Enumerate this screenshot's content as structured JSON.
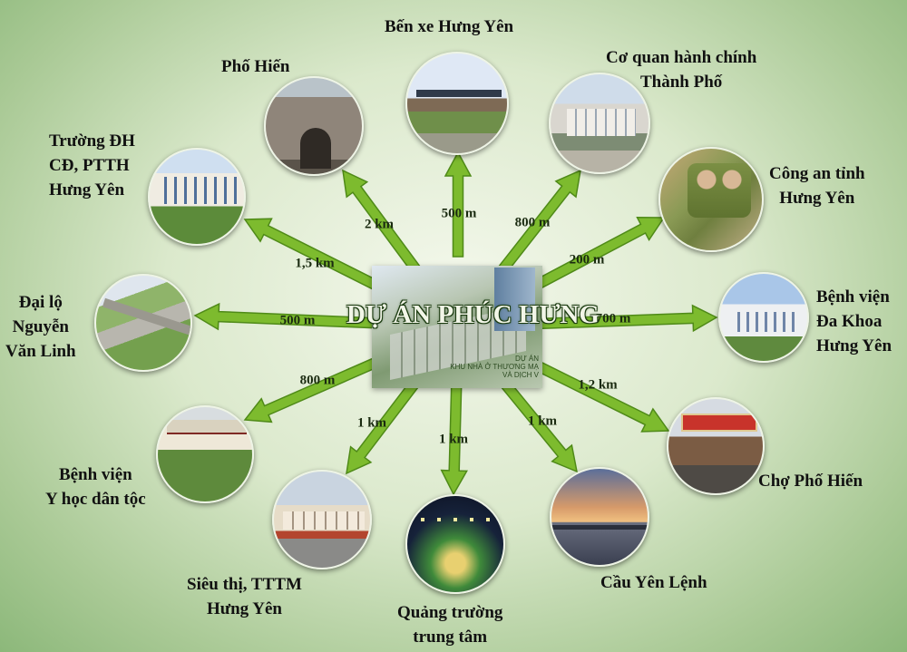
{
  "center": {
    "title": "DỰ ÁN PHÚC HƯNG",
    "subtitle_lines": [
      "DỰ ÁN",
      "KHU NHÀ Ở THƯƠNG MẠ",
      "VÀ DỊCH V"
    ]
  },
  "destinations": [
    {
      "id": "ben-xe",
      "name_lines": [
        "Bến xe Hưng Yên"
      ],
      "distance": "500 m",
      "image": "bus-station-photo"
    },
    {
      "id": "co-quan",
      "name_lines": [
        "Cơ quan hành chính",
        "Thành Phố"
      ],
      "distance": "800 m",
      "image": "admin-building-photo"
    },
    {
      "id": "cong-an",
      "name_lines": [
        "Công an tỉnh",
        "Hưng Yên"
      ],
      "distance": "200 m",
      "image": "police-photo"
    },
    {
      "id": "benh-vien-da-khoa",
      "name_lines": [
        "Bệnh viện",
        "Đa Khoa",
        "Hưng Yên"
      ],
      "distance": "700 m",
      "image": "hospital-photo"
    },
    {
      "id": "cho-pho-hien",
      "name_lines": [
        "Chợ Phố Hiến"
      ],
      "distance": "1,2 km",
      "image": "market-gate-photo"
    },
    {
      "id": "cau-yen-lenh",
      "name_lines": [
        "Cầu Yên Lệnh"
      ],
      "distance": "1 km",
      "image": "bridge-sunset-photo"
    },
    {
      "id": "quang-truong",
      "name_lines": [
        "Quảng trường",
        "trung tâm"
      ],
      "distance": "1 km",
      "image": "square-night-photo"
    },
    {
      "id": "sieu-thi",
      "name_lines": [
        "Siêu thị, TTTM",
        "Hưng Yên"
      ],
      "distance": "1 km",
      "image": "mall-photo"
    },
    {
      "id": "benh-vien-yhdt",
      "name_lines": [
        "Bệnh viện",
        "Y học dân tộc"
      ],
      "distance": "800 m",
      "image": "traditional-hospital-photo"
    },
    {
      "id": "dai-lo",
      "name_lines": [
        "Đại lộ",
        "Nguyễn",
        "Văn Linh"
      ],
      "distance": "500 m",
      "image": "boulevard-photo"
    },
    {
      "id": "truong-dh",
      "name_lines": [
        "Trường ĐH",
        "CĐ, PTTH",
        "Hưng Yên"
      ],
      "distance": "1,5 km",
      "image": "university-photo"
    },
    {
      "id": "pho-hien",
      "name_lines": [
        "Phố Hiến"
      ],
      "distance": "2 km",
      "image": "temple-gate-photo"
    }
  ],
  "colors": {
    "arrow": "#7dbb2e",
    "arrow_dark": "#4f8a18",
    "background": "#dbe9cc"
  }
}
